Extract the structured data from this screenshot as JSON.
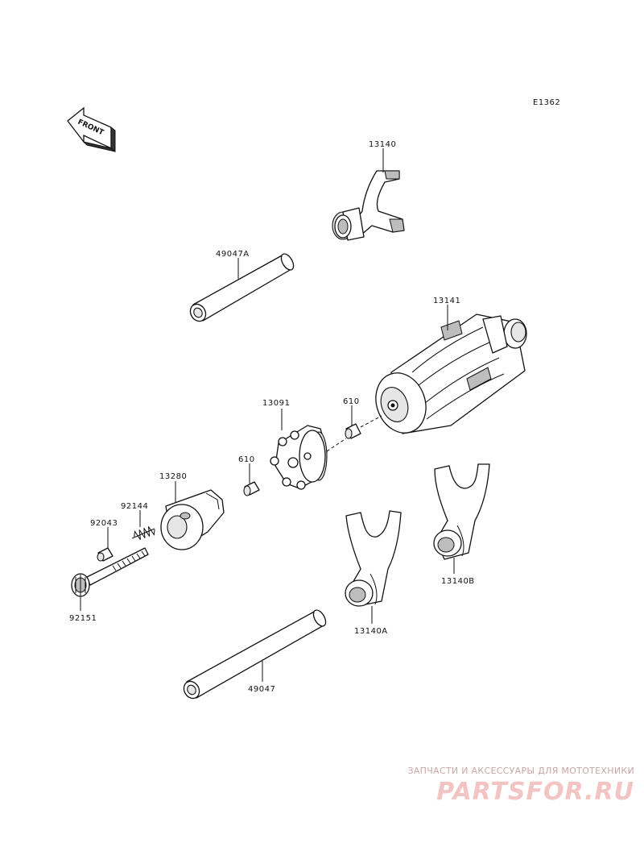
{
  "diagram": {
    "code": "E1362",
    "front_label": "FRONT",
    "colors": {
      "line": "#111111",
      "shade": "#e6e6e6",
      "watermark": "#f2c4c4"
    }
  },
  "parts": [
    {
      "number": "13140",
      "name": "shift-fork"
    },
    {
      "number": "49047A",
      "name": "shift-rod"
    },
    {
      "number": "13141",
      "name": "shift-drum"
    },
    {
      "number": "13091",
      "name": "drum-pin-plate"
    },
    {
      "number": "610",
      "name": "pin-upper"
    },
    {
      "number": "610",
      "name": "pin-lower"
    },
    {
      "number": "13280",
      "name": "stopper-lever"
    },
    {
      "number": "92144",
      "name": "spring"
    },
    {
      "number": "92043",
      "name": "pin-small"
    },
    {
      "number": "92151",
      "name": "bolt"
    },
    {
      "number": "13140B",
      "name": "shift-fork-b"
    },
    {
      "number": "13140A",
      "name": "shift-fork-a"
    },
    {
      "number": "49047",
      "name": "shift-rod-long"
    }
  ],
  "watermark": {
    "tagline": "ЗАПЧАСТИ И АКСЕССУАРЫ ДЛЯ МОТОТЕХНИКИ",
    "logo": "PARTSFOR.RU"
  }
}
